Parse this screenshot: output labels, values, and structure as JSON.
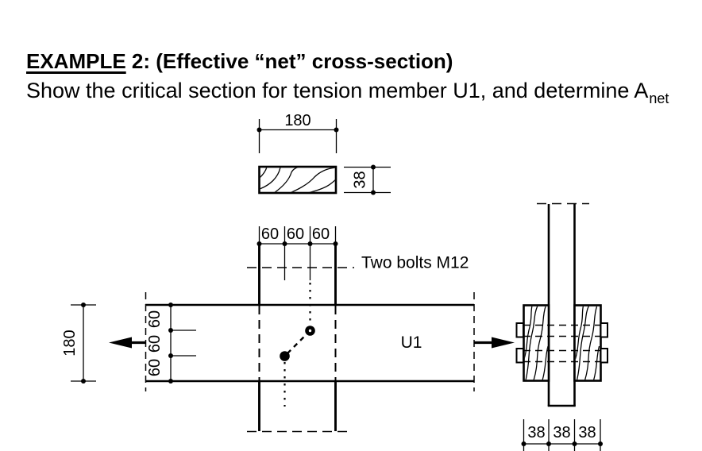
{
  "heading": {
    "example_word": "EXAMPLE",
    "title_rest": " 2: (Effective “net” cross-section)",
    "subtitle_main": "Show the critical section for tension member U1, and determine A",
    "subtitle_subscript": "net"
  },
  "cross_section": {
    "width_mm": "180",
    "thickness_mm": "38"
  },
  "elevation": {
    "bolt_note": "Two bolts M12",
    "member_label": "U1",
    "depth_mm": "180",
    "bolt_spacing_mm": [
      "60",
      "60",
      "60"
    ],
    "row_spacing_mm": [
      "60",
      "60",
      "60"
    ]
  },
  "side_view": {
    "ply_thickness_mm": [
      "38",
      "38",
      "38"
    ]
  },
  "colors": {
    "ink": "#000000",
    "paper": "#ffffff"
  }
}
